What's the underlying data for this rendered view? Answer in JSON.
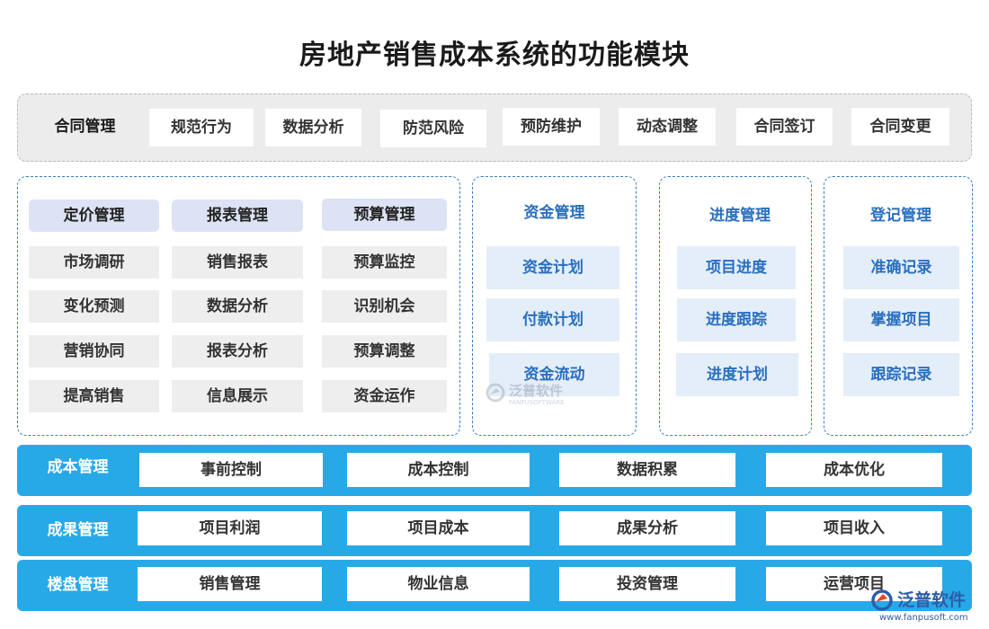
{
  "title": "房地产销售成本系统的功能模块",
  "contract": {
    "label": "合同管理",
    "items": [
      "规范行为",
      "数据分析",
      "防范风险",
      "预防维护",
      "动态调整",
      "合同签订",
      "合同变更"
    ]
  },
  "left_panel": {
    "columns": [
      {
        "head": "定价管理",
        "items": [
          "市场调研",
          "变化预测",
          "营销协同",
          "提高销售"
        ]
      },
      {
        "head": "报表管理",
        "items": [
          "销售报表",
          "数据分析",
          "报表分析",
          "信息展示"
        ]
      },
      {
        "head": "预算管理",
        "items": [
          "预算监控",
          "识别机会",
          "预算调整",
          "资金运作"
        ]
      }
    ]
  },
  "blue_panels": [
    {
      "head": "资金管理",
      "items": [
        "资金计划",
        "付款计划",
        "资金流动"
      ]
    },
    {
      "head": "进度管理",
      "items": [
        "项目进度",
        "进度跟踪",
        "进度计划"
      ]
    },
    {
      "head": "登记管理",
      "items": [
        "准确记录",
        "掌握项目",
        "跟踪记录"
      ]
    }
  ],
  "bars": [
    {
      "label": "成本管理",
      "items": [
        "事前控制",
        "成本控制",
        "数据积累",
        "成本优化"
      ]
    },
    {
      "label": "成果管理",
      "items": [
        "项目利润",
        "项目成本",
        "成果分析",
        "项目收入"
      ]
    },
    {
      "label": "楼盘管理",
      "items": [
        "销售管理",
        "物业信息",
        "投资管理",
        "运营项目"
      ]
    }
  ],
  "watermark": {
    "name": "泛普软件",
    "sub": "FANPUSOFTWARE"
  },
  "brand": {
    "name": "泛普软件",
    "url": "www.fanpusoft.com"
  },
  "colors": {
    "bar_blue": "#27a9e8",
    "panel_border": "#3b7fc4",
    "blue_text": "#2a6fbf"
  }
}
